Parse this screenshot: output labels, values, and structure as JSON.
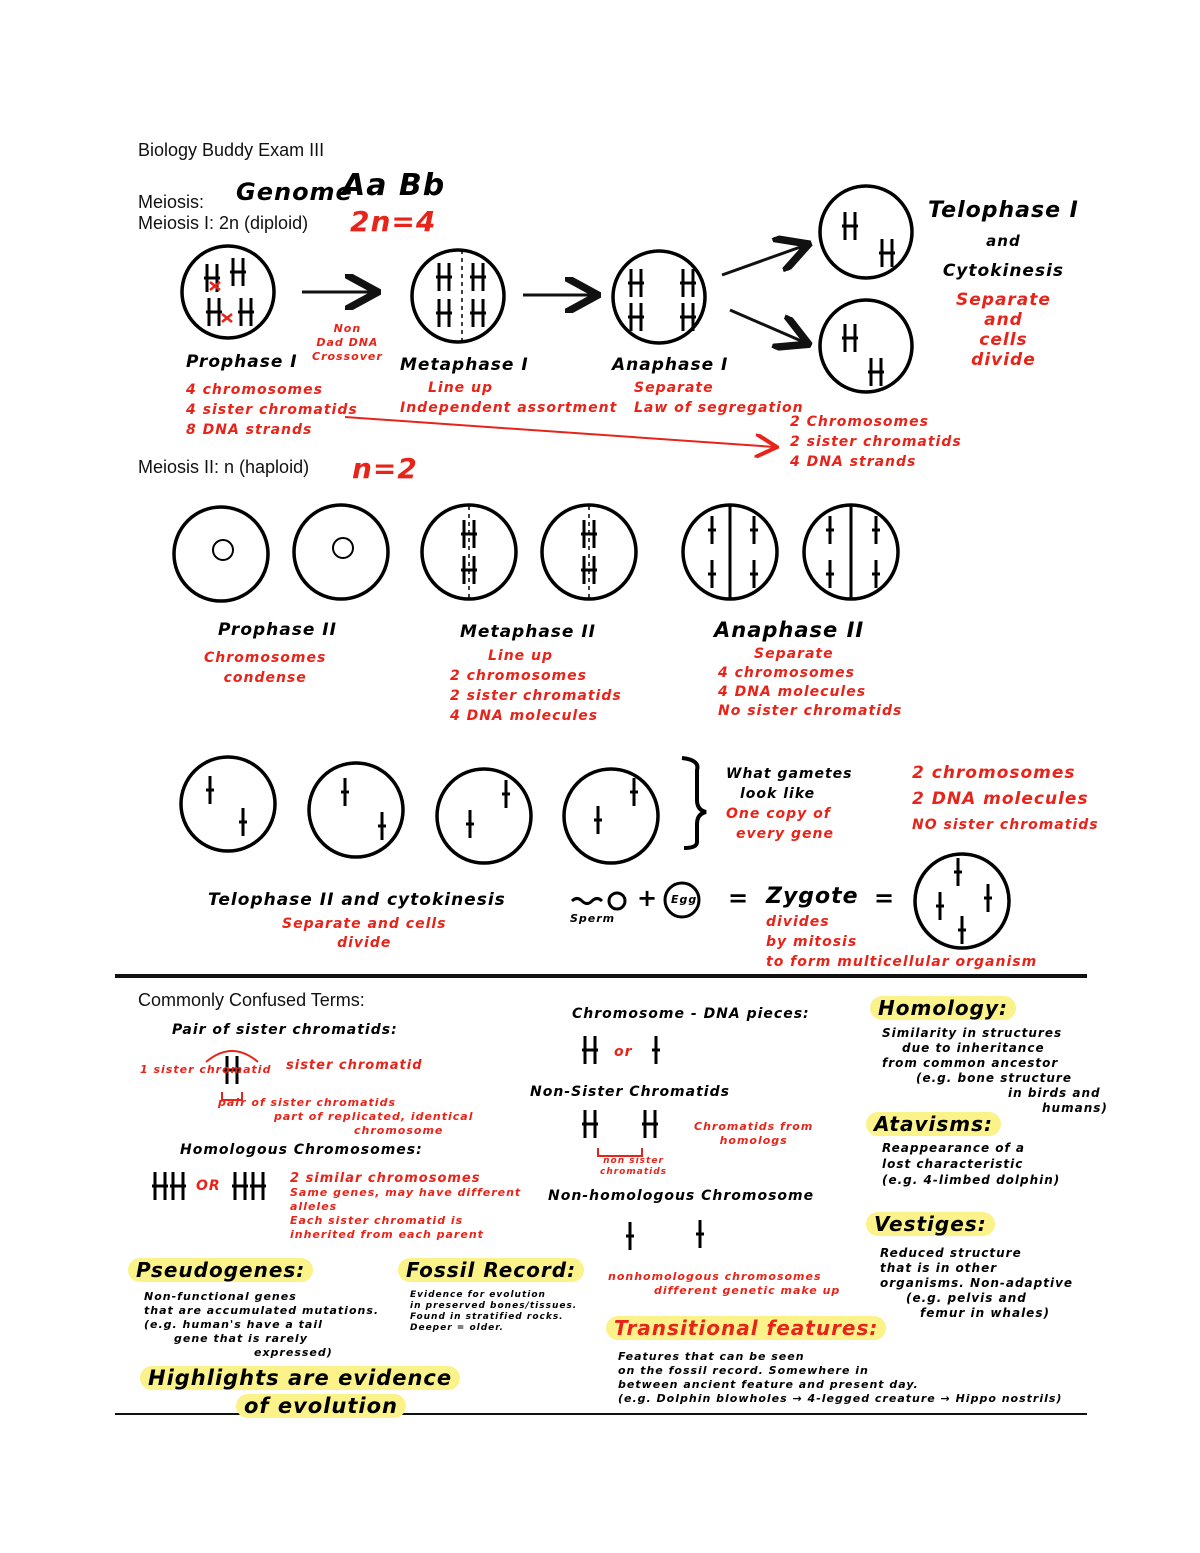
{
  "header": {
    "title": "Biology Buddy Exam III",
    "meiosis_label": "Meiosis:",
    "genome_hand": "Genome",
    "genotype_hand": "Aa Bb",
    "meiosis1_label": "Meiosis I: 2n (diploid)",
    "meiosis1_hand": "2n=4",
    "meiosis2_label": "Meiosis II: n (haploid)",
    "meiosis2_hand": "n=2"
  },
  "meiosis1": {
    "prophase": {
      "title": "Prophase I",
      "notes": [
        "4 chromosomes",
        "4 sister chromatids",
        "8 DNA strands"
      ]
    },
    "crossover_note": [
      "Non",
      "Dad DNA",
      "Crossover"
    ],
    "metaphase": {
      "title": "Metaphase I",
      "notes": [
        "Line up",
        "Independent assortment"
      ]
    },
    "anaphase": {
      "title": "Anaphase I",
      "notes": [
        "Separate",
        "Law of segregation"
      ]
    },
    "telophase": {
      "title": [
        "Telophase I",
        "and",
        "Cytokinesis"
      ],
      "notes": [
        "Separate",
        "and",
        "cells",
        "divide"
      ]
    },
    "result_notes": [
      "2 Chromosomes",
      "2 sister chromatids",
      "4 DNA strands"
    ]
  },
  "meiosis2": {
    "prophase": {
      "title": "Prophase II",
      "notes": [
        "Chromosomes",
        "condense"
      ]
    },
    "metaphase": {
      "title": "Metaphase II",
      "notes": [
        "Line up",
        "2 chromosomes",
        "2 sister chromatids",
        "4 DNA molecules"
      ]
    },
    "anaphase": {
      "title": "Anaphase II",
      "notes": [
        "Separate",
        "4 chromosomes",
        "4 DNA molecules",
        "No sister chromatids"
      ]
    },
    "gametes_note": [
      "What gametes",
      "look like",
      "One copy of",
      "every gene"
    ],
    "gametes_red": [
      "2 chromosomes",
      "2 DNA molecules",
      "NO sister chromatids"
    ],
    "telophase": {
      "title": "Telophase II and cytokinesis",
      "notes": [
        "Separate and cells",
        "divide"
      ]
    },
    "fertilization": {
      "sperm_label": "Sperm",
      "egg_label": "Egg",
      "plus": "+",
      "equals": "=",
      "zygote": "Zygote",
      "equals2": "=",
      "notes": [
        "divides",
        "by mitosis",
        "to form multicellular organism"
      ]
    }
  },
  "terms": {
    "heading": "Commonly Confused Terms:",
    "sister_pair": {
      "title": "Pair of sister chromatids:",
      "left_label": "1 sister chromatid",
      "right_label": "sister chromatid",
      "notes": [
        "pair of sister chromatids",
        "part of replicated, identical",
        "chromosome"
      ]
    },
    "homologous": {
      "title": "Homologous Chromosomes:",
      "or": "OR",
      "notes": [
        "2 similar chromosomes",
        "Same genes, may have different",
        "alleles",
        "Each sister chromatid is",
        "inherited from each parent"
      ]
    },
    "chromosome": {
      "title": "Chromosome - DNA pieces:",
      "or": "or"
    },
    "non_sister": {
      "title": "Non-Sister Chromatids",
      "notes": [
        "Chromatids from",
        "homologs"
      ],
      "bracket_label": [
        "non sister",
        "chromatids"
      ]
    },
    "non_homologous": {
      "title": "Non-homologous Chromosome",
      "notes": [
        "nonhomologous chromosomes",
        "different genetic make up"
      ]
    },
    "homology": {
      "title": "Homology:",
      "lines": [
        "Similarity in structures",
        "due to inheritance",
        "from common ancestor",
        "(e.g. bone structure",
        "in birds and",
        "humans)"
      ]
    },
    "atavisms": {
      "title": "Atavisms:",
      "lines": [
        "Reappearance of a",
        "lost characteristic",
        "(e.g. 4-limbed dolphin)"
      ]
    },
    "vestiges": {
      "title": "Vestiges:",
      "lines": [
        "Reduced structure",
        "that is in other",
        "organisms. Non-adaptive",
        "(e.g. pelvis and",
        "femur in whales)"
      ]
    },
    "pseudogenes": {
      "title": "Pseudogenes:",
      "lines": [
        "Non-functional genes",
        "that are accumulated mutations.",
        "(e.g. human's have a tail",
        "gene that is rarely",
        "expressed)"
      ]
    },
    "fossil_record": {
      "title": "Fossil Record:",
      "lines": [
        "Evidence for evolution",
        "in preserved bones/tissues.",
        "Found in stratified rocks.",
        "Deeper = older."
      ]
    },
    "transitional": {
      "title": "Transitional features:",
      "lines": [
        "Features that can be seen",
        "on the fossil record. Somewhere in",
        "between ancient feature and present day.",
        "(e.g. Dolphin blowholes → 4-legged creature → Hippo nostrils)"
      ]
    },
    "highlight_note": [
      "Highlights are evidence",
      "of evolution"
    ]
  },
  "colors": {
    "ink": "#000000",
    "red_ink": "#e8241a",
    "highlight": "#fbf28a"
  }
}
